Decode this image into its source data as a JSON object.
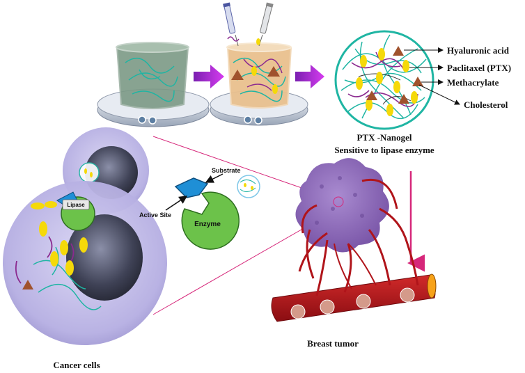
{
  "labels": {
    "hyaluronic_acid": "Hyaluronic acid",
    "paclitaxel": "Paclitaxel (PTX)",
    "methacrylate": "Methacrylate",
    "cholesterol": "Cholesterol",
    "nanogel_title": "PTX -Nanogel",
    "nanogel_subtitle": "Sensitive to lipase enzyme",
    "substrate": "Substrate",
    "active_site": "Active Site",
    "enzyme": "Enzyme",
    "lipase": "Lipase",
    "cancer_cells": "Cancer cells",
    "breast_tumor": "Breast tumor"
  },
  "colors": {
    "polymer_teal": "#1fb5a3",
    "paclitaxel_yellow": "#f5d90a",
    "methacrylate_purple": "#8b2a8f",
    "cholesterol_brown": "#a0522d",
    "arrow_purple": "#b21fd6",
    "enzyme_green": "#6cc24a",
    "substrate_blue": "#1f8fd6",
    "cell_lavender": "#b9b3e6",
    "vessel_red": "#b0141a",
    "tumor_purple": "#8e6bb8",
    "leader_pink": "#d6277a"
  }
}
